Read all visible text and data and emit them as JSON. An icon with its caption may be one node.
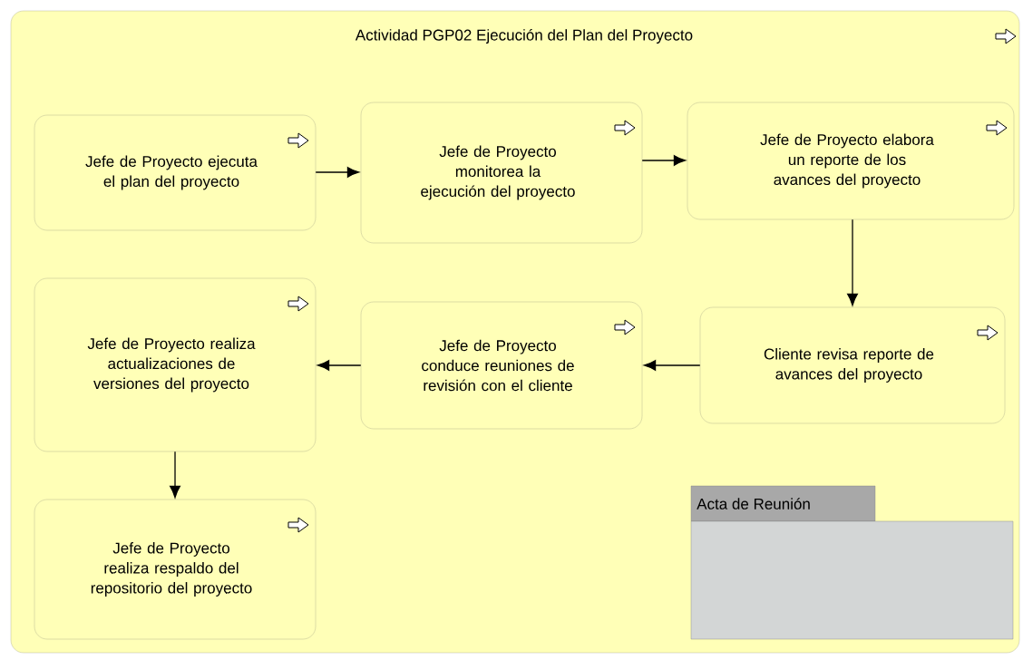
{
  "diagram": {
    "nodes": [
      {
        "text": [
          "Actividad PGP02 Ejecución del Plan del Proyecto"
        ]
      },
      {
        "text": [
          "Jefe de Proyecto ejecuta el plan del proyecto"
        ],
        "in": 0
      },
      {
        "text": [
          "Jefe de Proyecto monitorea la ejecución del proyecto"
        ],
        "in": 0
      },
      {
        "text": [
          "Jefe de Proyecto elabora un reporte de los avances del proyecto"
        ],
        "in": 0
      },
      {
        "text": [
          "Jefe de Proyecto realiza actualizaciones de versiones del proyecto"
        ],
        "in": 0
      },
      {
        "text": [
          "Jefe de Proyecto conduce reuniones de revisión con el cliente"
        ],
        "in": 0
      },
      {
        "text": [
          "Cliente revisa reporte de avances del proyecto"
        ],
        "in": 0
      },
      {
        "text": [
          "Jefe de Proyecto realiza respaldo del repositorio del proyecto"
        ],
        "in": 0
      },
      {
        "text": [
          "Acta de Reunión"
        ],
        "in": 0
      }
    ],
    "edges": [
      {
        "from": 1,
        "to": 2,
        "arrow": "to"
      },
      {
        "from": 2,
        "to": 3,
        "arrow": "to"
      },
      {
        "from": 3,
        "to": 6,
        "arrow": "to"
      },
      {
        "from": 6,
        "to": 5,
        "arrow": "to"
      },
      {
        "from": 5,
        "to": 4,
        "arrow": "to"
      },
      {
        "from": 4,
        "to": 7,
        "arrow": "to"
      }
    ]
  }
}
